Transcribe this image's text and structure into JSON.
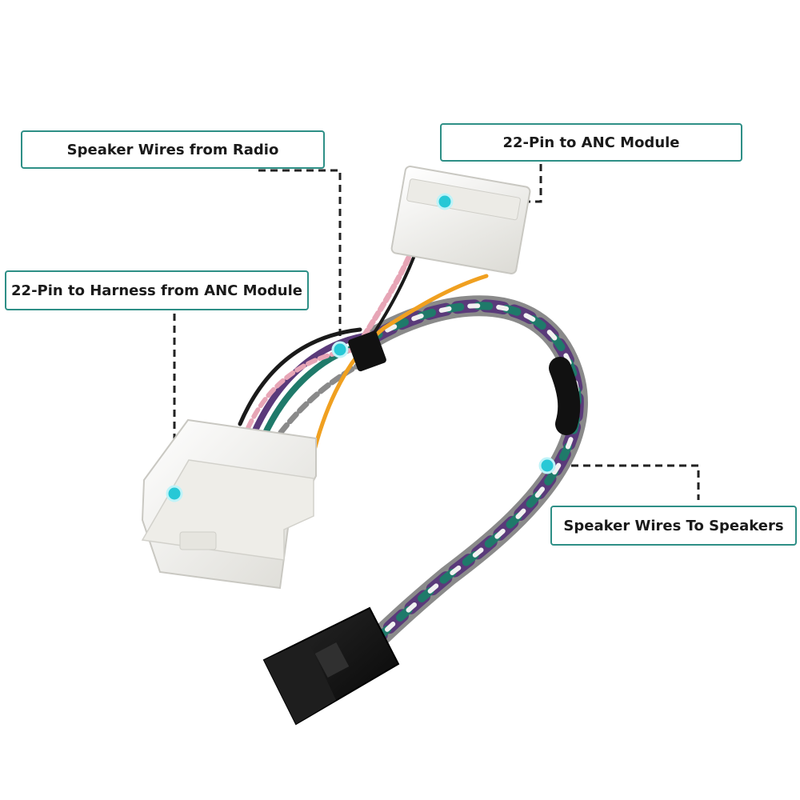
{
  "callouts": {
    "speaker_wires_from_radio": "Speaker Wires from Radio",
    "pin_to_anc_module": "22-Pin to ANC Module",
    "pin_to_harness": "22-Pin to Harness from ANC Module",
    "speaker_wires_to_speakers": "Speaker Wires To Speakers"
  },
  "colors": {
    "callout_border": "#2e8f86",
    "marker_dot": "#27c8d6",
    "connector_white": "#f3f2ee",
    "connector_black": "#111111",
    "wire_purple": "#5a3a7a",
    "wire_green": "#1f7a6a",
    "wire_gray": "#8a8a8a",
    "wire_orange": "#f0a020",
    "wire_pink": "#e7a5b6",
    "wire_black": "#1a1a1a"
  }
}
